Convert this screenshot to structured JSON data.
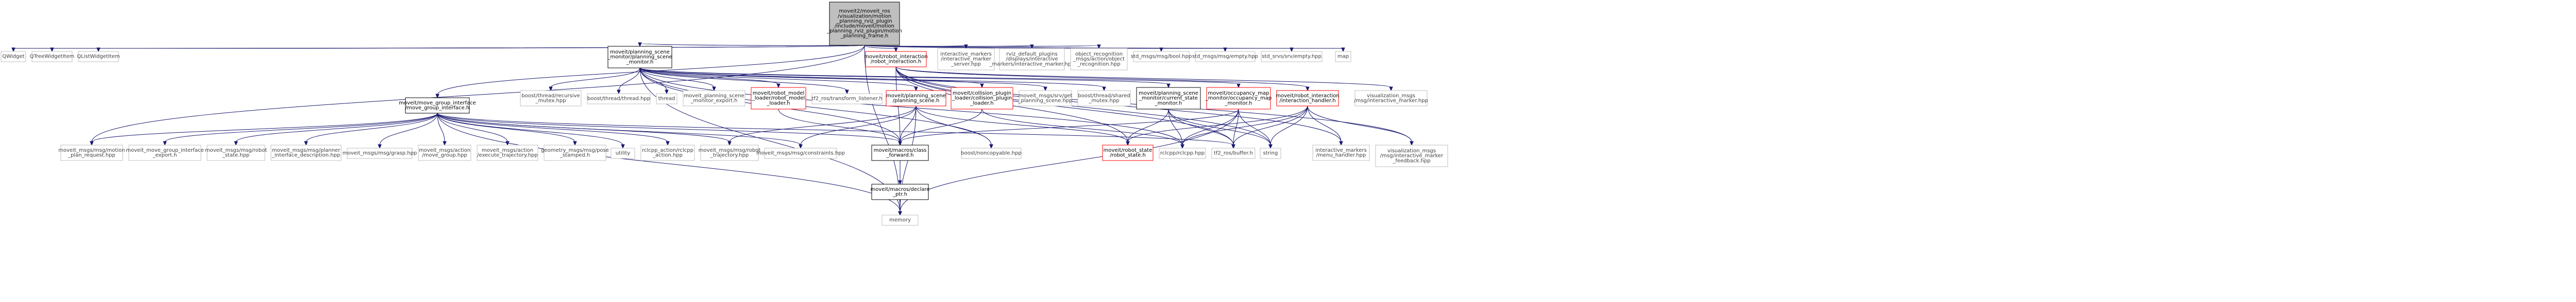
{
  "colors": {
    "edge": "#191970",
    "node_border_default": "#bfbfbf",
    "node_border_documented": "#000000",
    "node_border_missing": "#ff0000",
    "root_fill": "#bfbfbf",
    "text_default": "#3f3f3f",
    "text_documented": "#000000"
  },
  "nodes": [
    {
      "id": "root",
      "lines": [
        "moveit2/moveit_ros",
        "/visualization/motion",
        "_planning_rviz_plugin",
        "/include/moveit/motion",
        "_planning_rviz_plugin/motion",
        "_planning_frame.h"
      ],
      "kind": "root"
    },
    {
      "id": "qwidget",
      "lines": [
        "QWidget"
      ],
      "kind": "ext"
    },
    {
      "id": "qtreewidgetitem",
      "lines": [
        "QTreeWidgetItem"
      ],
      "kind": "ext"
    },
    {
      "id": "qlistwidgetitem",
      "lines": [
        "QListWidgetItem"
      ],
      "kind": "ext"
    },
    {
      "id": "move_group_interface",
      "lines": [
        "moveit/move_group_interface",
        "/move_group_interface.h"
      ],
      "kind": "doc"
    },
    {
      "id": "psm",
      "lines": [
        "moveit/planning_scene",
        "_monitor/planning_scene",
        "_monitor.h"
      ],
      "kind": "doc"
    },
    {
      "id": "robot_interaction",
      "lines": [
        "moveit/robot_interaction",
        "/robot_interaction.h"
      ],
      "kind": "missing"
    },
    {
      "id": "im_server",
      "lines": [
        "interactive_markers",
        "/interactive_marker",
        "_server.hpp"
      ],
      "kind": "ext"
    },
    {
      "id": "rviz_im",
      "lines": [
        "rviz_default_plugins",
        "/displays/interactive",
        "_markers/interactive_marker.hpp"
      ],
      "kind": "ext"
    },
    {
      "id": "object_recognition",
      "lines": [
        "object_recognition",
        "_msgs/action/object",
        "_recognition.hpp"
      ],
      "kind": "ext"
    },
    {
      "id": "std_bool",
      "lines": [
        "std_msgs/msg/bool.hpp"
      ],
      "kind": "ext"
    },
    {
      "id": "std_empty",
      "lines": [
        "std_msgs/msg/empty.hpp"
      ],
      "kind": "ext"
    },
    {
      "id": "std_srvs_empty",
      "lines": [
        "std_srvs/srv/empty.hpp"
      ],
      "kind": "ext"
    },
    {
      "id": "map",
      "lines": [
        "map"
      ],
      "kind": "ext"
    },
    {
      "id": "motion_plan_request",
      "lines": [
        "moveit_msgs/msg/motion",
        "_plan_request.hpp"
      ],
      "kind": "ext"
    },
    {
      "id": "mgi_export",
      "lines": [
        "moveit_move_group_interface",
        "_export.h"
      ],
      "kind": "ext"
    },
    {
      "id": "robot_state_hpp",
      "lines": [
        "moveit_msgs/msg/robot",
        "_state.hpp"
      ],
      "kind": "ext"
    },
    {
      "id": "planner_desc",
      "lines": [
        "moveit_msgs/msg/planner",
        "_interface_description.hpp"
      ],
      "kind": "ext"
    },
    {
      "id": "grasp",
      "lines": [
        "moveit_msgs/msg/grasp.hpp"
      ],
      "kind": "ext"
    },
    {
      "id": "move_group_action",
      "lines": [
        "moveit_msgs/action",
        "/move_group.hpp"
      ],
      "kind": "ext"
    },
    {
      "id": "exec_traj",
      "lines": [
        "moveit_msgs/action",
        "/execute_trajectory.hpp"
      ],
      "kind": "ext"
    },
    {
      "id": "pose_stamped",
      "lines": [
        "geometry_msgs/msg/pose",
        "_stamped.h"
      ],
      "kind": "ext"
    },
    {
      "id": "utility",
      "lines": [
        "utility"
      ],
      "kind": "ext"
    },
    {
      "id": "rclcpp_action",
      "lines": [
        "rclcpp_action/rclcpp",
        "_action.hpp"
      ],
      "kind": "ext"
    },
    {
      "id": "robot_traj",
      "lines": [
        "moveit_msgs/msg/robot",
        "_trajectory.hpp"
      ],
      "kind": "ext"
    },
    {
      "id": "constraints",
      "lines": [
        "moveit_msgs/msg/constraints.hpp"
      ],
      "kind": "ext"
    },
    {
      "id": "class_forward",
      "lines": [
        "moveit/macros/class",
        "_forward.h"
      ],
      "kind": "doc"
    },
    {
      "id": "declare_ptr",
      "lines": [
        "moveit/macros/declare",
        "_ptr.h"
      ],
      "kind": "doc"
    },
    {
      "id": "memory",
      "lines": [
        "memory"
      ],
      "kind": "ext"
    },
    {
      "id": "recursive_mutex",
      "lines": [
        "boost/thread/recursive",
        "_mutex.hpp"
      ],
      "kind": "ext"
    },
    {
      "id": "boost_thread",
      "lines": [
        "boost/thread/thread.hpp"
      ],
      "kind": "ext"
    },
    {
      "id": "thread",
      "lines": [
        "thread"
      ],
      "kind": "ext"
    },
    {
      "id": "psm_export",
      "lines": [
        "moveit_planning_scene",
        "_monitor_export.h"
      ],
      "kind": "ext"
    },
    {
      "id": "robot_model_loader",
      "lines": [
        "moveit/robot_model",
        "_loader/robot_model",
        "_loader.h"
      ],
      "kind": "missing"
    },
    {
      "id": "tf2_listener",
      "lines": [
        "tf2_ros/transform_listener.h"
      ],
      "kind": "ext"
    },
    {
      "id": "planning_scene",
      "lines": [
        "moveit/planning_scene",
        "/planning_scene.h"
      ],
      "kind": "missing"
    },
    {
      "id": "collision_plugin",
      "lines": [
        "moveit/collision_plugin",
        "_loader/collision_plugin",
        "_loader.h"
      ],
      "kind": "missing"
    },
    {
      "id": "get_ps",
      "lines": [
        "moveit_msgs/srv/get",
        "_planning_scene.hpp"
      ],
      "kind": "ext"
    },
    {
      "id": "shared_mutex",
      "lines": [
        "boost/thread/shared",
        "_mutex.hpp"
      ],
      "kind": "ext"
    },
    {
      "id": "noncopyable",
      "lines": [
        "boost/noncopyable.hpp"
      ],
      "kind": "ext"
    },
    {
      "id": "current_state_monitor",
      "lines": [
        "moveit/planning_scene",
        "_monitor/current_state",
        "_monitor.h"
      ],
      "kind": "doc"
    },
    {
      "id": "occupancy_map",
      "lines": [
        "moveit/occupancy_map",
        "_monitor/occupancy_map",
        "_monitor.h"
      ],
      "kind": "missing"
    },
    {
      "id": "interaction_handler",
      "lines": [
        "moveit/robot_interaction",
        "/interaction_handler.h"
      ],
      "kind": "missing"
    },
    {
      "id": "robot_state_h",
      "lines": [
        "moveit/robot_state",
        "/robot_state.h"
      ],
      "kind": "missing"
    },
    {
      "id": "rclcpp",
      "lines": [
        "rclcpp/rclcpp.hpp"
      ],
      "kind": "ext"
    },
    {
      "id": "tf2_buffer",
      "lines": [
        "tf2_ros/buffer.h"
      ],
      "kind": "ext"
    },
    {
      "id": "string",
      "lines": [
        "string"
      ],
      "kind": "ext"
    },
    {
      "id": "vis_im",
      "lines": [
        "visualization_msgs",
        "/msg/interactive_marker.hpp"
      ],
      "kind": "ext"
    },
    {
      "id": "menu_handler",
      "lines": [
        "interactive_markers",
        "/menu_handler.hpp"
      ],
      "kind": "ext"
    },
    {
      "id": "vis_im_fb",
      "lines": [
        "visualization_msgs",
        "/msg/interactive_marker",
        "_feedback.hpp"
      ],
      "kind": "ext"
    }
  ]
}
